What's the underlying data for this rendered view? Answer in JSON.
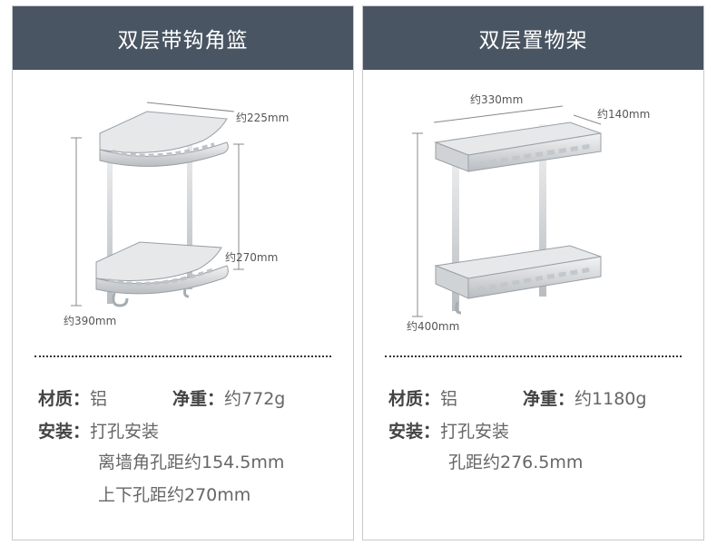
{
  "left": {
    "title": "双层带钩角篮",
    "dims": {
      "width": "约225mm",
      "spacing": "约270mm",
      "height": "约390mm"
    },
    "specs": {
      "material_label": "材质：",
      "material_value": "铝",
      "weight_label": "净重：",
      "weight_value": "约772g",
      "install_label": "安装：",
      "install_value": "打孔安装",
      "note1": "离墙角孔距约154.5mm",
      "note2": "上下孔距约270mm"
    }
  },
  "right": {
    "title": "双层置物架",
    "dims": {
      "width": "约330mm",
      "depth": "约140mm",
      "height": "约400mm"
    },
    "specs": {
      "material_label": "材质：",
      "material_value": "铝",
      "weight_label": "净重：",
      "weight_value": "约1180g",
      "install_label": "安装：",
      "install_value": "打孔安装",
      "note1": "孔距约276.5mm"
    }
  },
  "colors": {
    "header_bg": "#4a5563",
    "metal": "#d9dcdf",
    "metal_dark": "#a7acb1"
  }
}
